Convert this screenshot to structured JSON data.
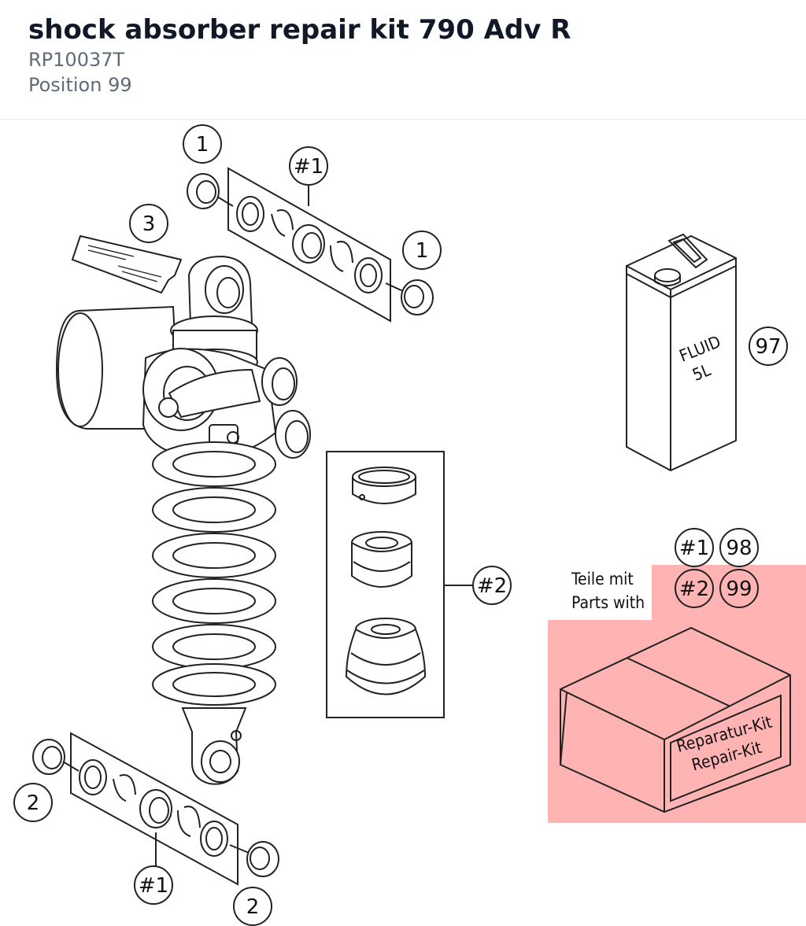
{
  "header": {
    "title": "shock absorber repair kit 790 Adv R",
    "part_number": "RP10037T",
    "position": "Position 99"
  },
  "callouts": {
    "c1_top": "1",
    "c1_right": "1",
    "kit1_top": "#1",
    "c3": "3",
    "c2_left": "2",
    "c2_bottom": "2",
    "kit1_bottom": "#1",
    "kit2": "#2",
    "c97": "97",
    "legend_kit1": "#1",
    "legend_98": "98",
    "legend_kit2": "#2",
    "legend_99": "99"
  },
  "legend": {
    "line1": "Teile mit",
    "line2": "Parts with"
  },
  "labels": {
    "fluid_line1": "FLUID",
    "fluid_line2": "5L",
    "box_line1": "Reparatur-Kit",
    "box_line2": "Repair-Kit"
  },
  "colors": {
    "highlight": "#ffb3b3",
    "ink": "#222222"
  }
}
